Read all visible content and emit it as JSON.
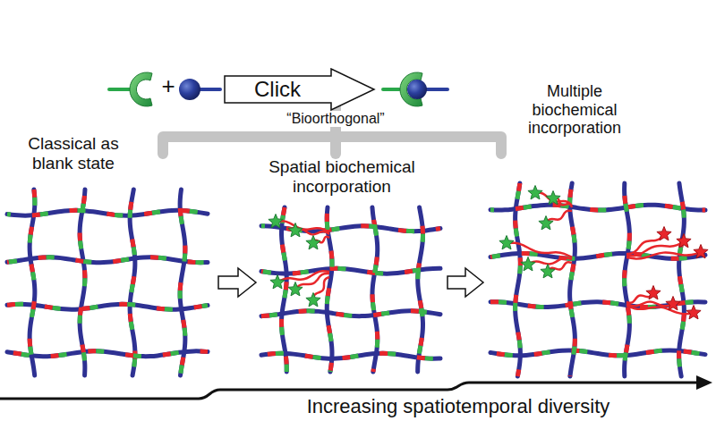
{
  "diagram": {
    "nodes": [
      {
        "text": [
          "Click"
        ]
      }
    ],
    "labels": [
      "+",
      "“Bioorthogonal”",
      "Classical as blank state",
      "Spatial biochemical incorporation",
      "Multiple biochemical incorporation",
      "Increasing spatiotemporal diversity"
    ]
  }
}
